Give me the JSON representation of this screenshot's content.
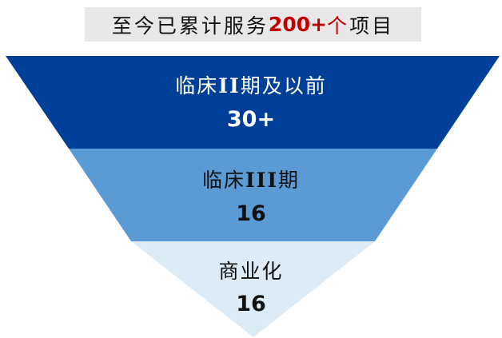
{
  "title": {
    "prefix": "至今已累计服务",
    "highlight": "200+",
    "highlight_char": "个",
    "suffix": "项目",
    "highlight_color": "#c00000",
    "background": "#e8e8e8"
  },
  "funnel": [
    {
      "stage_pre": "临床",
      "stage_roman": "II",
      "stage_post": "期及以前",
      "value": "30+",
      "color": "#003f98",
      "text_color": "#ffffff"
    },
    {
      "stage_pre": "临床",
      "stage_roman": "III",
      "stage_post": "期",
      "value": "16",
      "color": "#5b9bd5",
      "text_color": "#111111"
    },
    {
      "stage_pre": "商业化",
      "stage_roman": "",
      "stage_post": "",
      "value": "16",
      "color": "#ddebf7",
      "text_color": "#111111"
    }
  ],
  "chart_data": {
    "type": "funnel",
    "title": "至今已累计服务200+个项目",
    "categories": [
      "临床II期及以前",
      "临床III期",
      "商业化"
    ],
    "values": [
      "30+",
      "16",
      "16"
    ],
    "colors": [
      "#003f98",
      "#5b9bd5",
      "#ddebf7"
    ]
  }
}
